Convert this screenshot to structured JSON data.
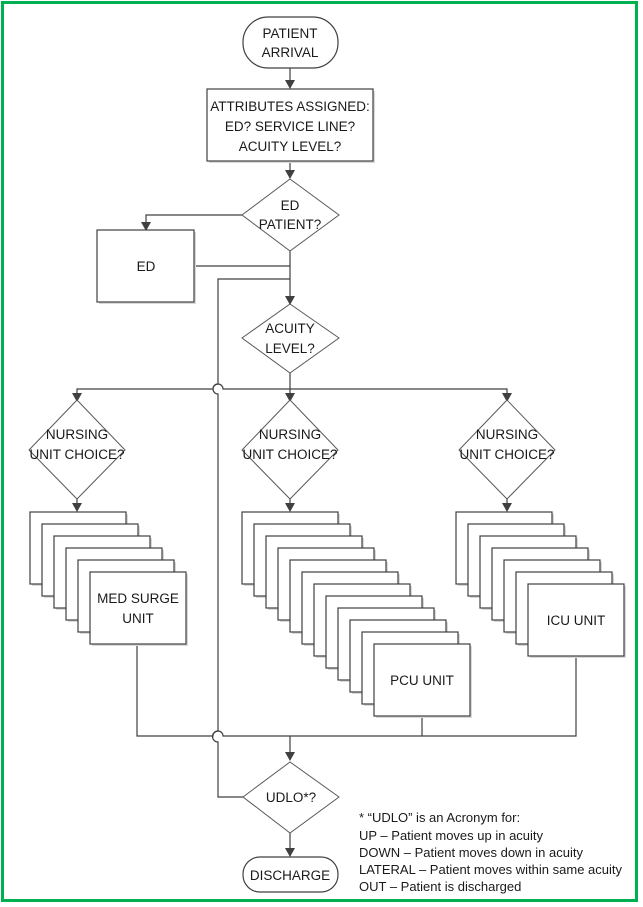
{
  "colors": {
    "frame_border": "#00b050",
    "line": "#404040",
    "text": "#1a1a1a"
  },
  "nodes": {
    "start": {
      "type": "terminal",
      "lines": [
        "PATIENT",
        "ARRIVAL"
      ]
    },
    "attributes": {
      "type": "process",
      "lines": [
        "ATTRIBUTES ASSIGNED:",
        "ED? SERVICE LINE?",
        "ACUITY LEVEL?"
      ]
    },
    "ed_decision": {
      "type": "decision",
      "lines": [
        "ED",
        "PATIENT?"
      ]
    },
    "ed": {
      "type": "process",
      "lines": [
        "ED"
      ]
    },
    "acuity_decision": {
      "type": "decision",
      "lines": [
        "ACUITY",
        "LEVEL?"
      ]
    },
    "nursing_left": {
      "type": "decision",
      "lines": [
        "NURSING",
        "UNIT CHOICE?"
      ]
    },
    "nursing_mid": {
      "type": "decision",
      "lines": [
        "NURSING",
        "UNIT CHOICE?"
      ]
    },
    "nursing_right": {
      "type": "decision",
      "lines": [
        "NURSING",
        "UNIT CHOICE?"
      ]
    },
    "med_surge": {
      "type": "multi-process",
      "lines": [
        "MED SURGE",
        "UNIT"
      ],
      "stack_count": 6
    },
    "pcu": {
      "type": "multi-process",
      "lines": [
        "PCU UNIT"
      ],
      "stack_count": 12
    },
    "icu": {
      "type": "multi-process",
      "lines": [
        "ICU UNIT"
      ],
      "stack_count": 7
    },
    "udlo_decision": {
      "type": "decision",
      "lines": [
        "UDLO*?"
      ]
    },
    "discharge": {
      "type": "terminal",
      "lines": [
        "DISCHARGE"
      ]
    }
  },
  "edges": [
    {
      "from": "start",
      "to": "attributes"
    },
    {
      "from": "attributes",
      "to": "ed_decision"
    },
    {
      "from": "ed_decision",
      "to": "ed"
    },
    {
      "from": "ed_decision",
      "to": "acuity_decision"
    },
    {
      "from": "ed",
      "to": "acuity_decision"
    },
    {
      "from": "acuity_decision",
      "to": "nursing_left"
    },
    {
      "from": "acuity_decision",
      "to": "nursing_mid"
    },
    {
      "from": "acuity_decision",
      "to": "nursing_right"
    },
    {
      "from": "nursing_left",
      "to": "med_surge"
    },
    {
      "from": "nursing_mid",
      "to": "pcu"
    },
    {
      "from": "nursing_right",
      "to": "icu"
    },
    {
      "from": "med_surge",
      "to": "udlo_decision"
    },
    {
      "from": "pcu",
      "to": "udlo_decision"
    },
    {
      "from": "icu",
      "to": "udlo_decision"
    },
    {
      "from": "udlo_decision",
      "to": "acuity_decision",
      "note": "loop back"
    },
    {
      "from": "udlo_decision",
      "to": "discharge"
    }
  ],
  "footnote": {
    "lines": [
      "* “UDLO” is an Acronym for:",
      "UP – Patient moves up in acuity",
      "DOWN – Patient moves down in acuity",
      "LATERAL – Patient moves within same acuity",
      "OUT – Patient is discharged"
    ]
  }
}
